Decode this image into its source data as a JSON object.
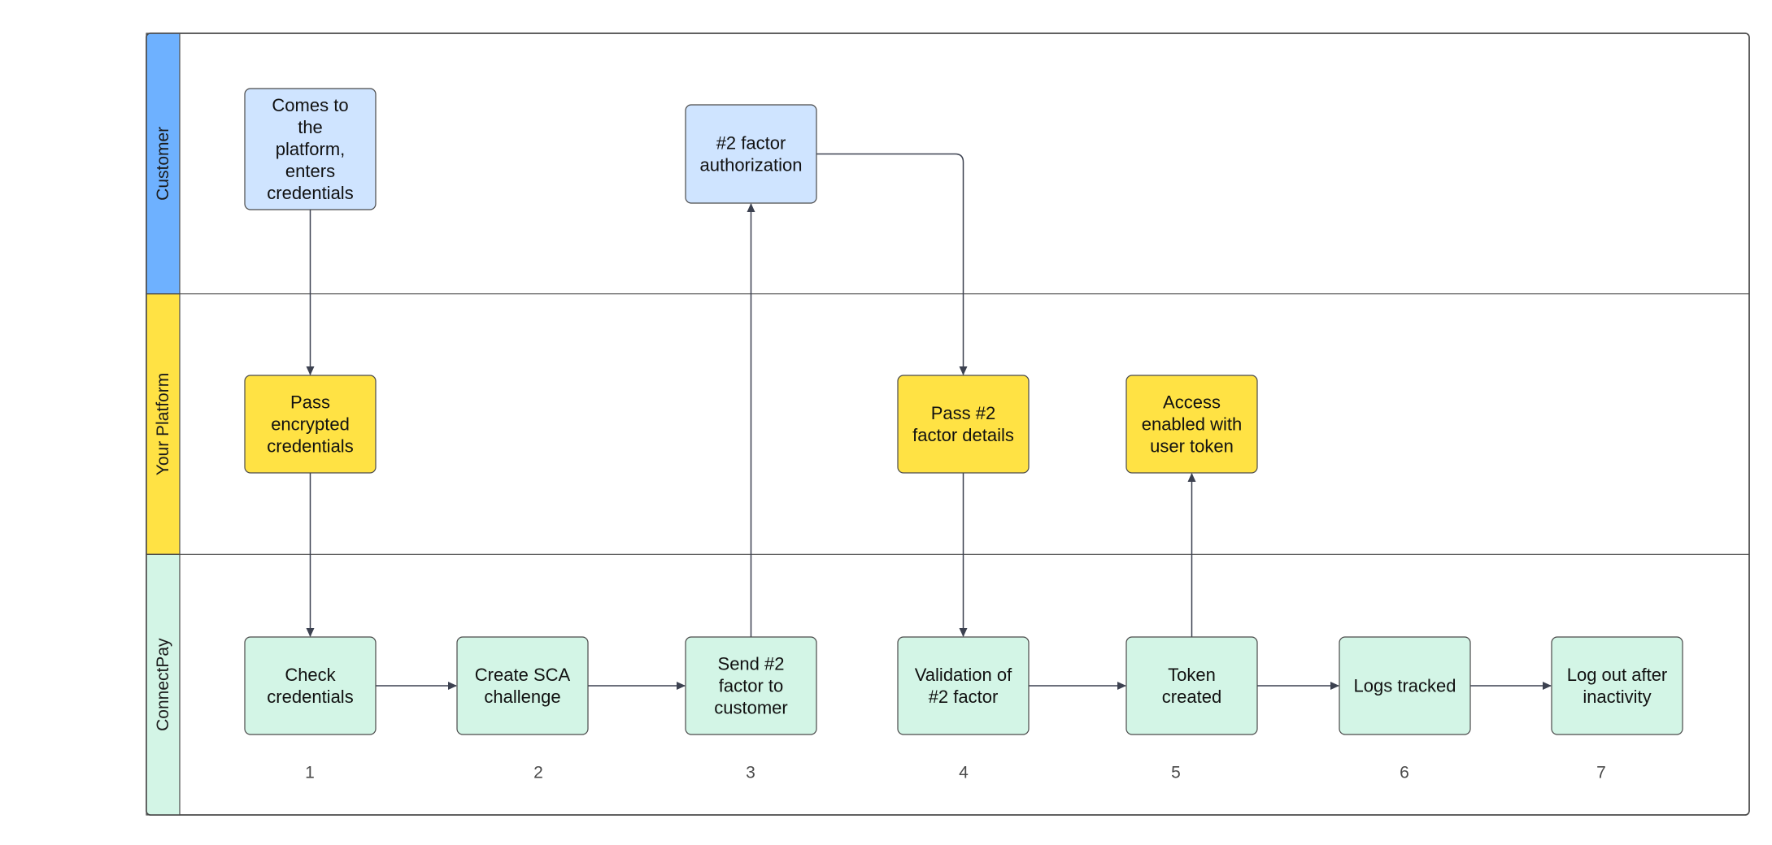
{
  "colors": {
    "customer_lane": "#6eb1ff",
    "platform_lane": "#ffe244",
    "connectpay_lane": "#d3f5e6",
    "customer_box": "#cfe4ff",
    "platform_box": "#ffe244",
    "connectpay_box": "#d3f5e6",
    "border": "#4a4a4a",
    "connector": "#3c4150"
  },
  "lanes": [
    {
      "id": "customer",
      "label": "Customer"
    },
    {
      "id": "platform",
      "label": "Your Platform"
    },
    {
      "id": "connectpay",
      "label": "ConnectPay"
    }
  ],
  "nodes": [
    {
      "id": "n-comes",
      "lane": "customer",
      "lines": [
        "Comes to",
        "the",
        "platform,",
        "enters",
        "credentials"
      ]
    },
    {
      "id": "n-2fa",
      "lane": "customer",
      "lines": [
        "#2 factor",
        "authorization"
      ]
    },
    {
      "id": "n-pass-enc",
      "lane": "platform",
      "lines": [
        "Pass",
        "encrypted",
        "credentials"
      ]
    },
    {
      "id": "n-pass-2",
      "lane": "platform",
      "lines": [
        "Pass #2",
        "factor details"
      ]
    },
    {
      "id": "n-access",
      "lane": "platform",
      "lines": [
        "Access",
        "enabled with",
        "user token"
      ]
    },
    {
      "id": "n-check",
      "lane": "connectpay",
      "lines": [
        "Check",
        "credentials"
      ]
    },
    {
      "id": "n-sca",
      "lane": "connectpay",
      "lines": [
        "Create SCA",
        "challenge"
      ]
    },
    {
      "id": "n-send",
      "lane": "connectpay",
      "lines": [
        "Send #2",
        "factor to",
        "customer"
      ]
    },
    {
      "id": "n-valid",
      "lane": "connectpay",
      "lines": [
        "Validation of",
        "#2 factor"
      ]
    },
    {
      "id": "n-token",
      "lane": "connectpay",
      "lines": [
        "Token",
        "created"
      ]
    },
    {
      "id": "n-logs",
      "lane": "connectpay",
      "lines": [
        "Logs tracked"
      ]
    },
    {
      "id": "n-logout",
      "lane": "connectpay",
      "lines": [
        "Log out after",
        "inactivity"
      ]
    }
  ],
  "edges": [
    {
      "from": "n-comes",
      "to": "n-pass-enc"
    },
    {
      "from": "n-pass-enc",
      "to": "n-check"
    },
    {
      "from": "n-check",
      "to": "n-sca"
    },
    {
      "from": "n-sca",
      "to": "n-send"
    },
    {
      "from": "n-send",
      "to": "n-2fa"
    },
    {
      "from": "n-2fa",
      "to": "n-pass-2"
    },
    {
      "from": "n-pass-2",
      "to": "n-valid"
    },
    {
      "from": "n-valid",
      "to": "n-token"
    },
    {
      "from": "n-token",
      "to": "n-access"
    },
    {
      "from": "n-token",
      "to": "n-logs"
    },
    {
      "from": "n-logs",
      "to": "n-logout"
    }
  ],
  "steps": [
    "1",
    "2",
    "3",
    "4",
    "5",
    "6",
    "7"
  ]
}
